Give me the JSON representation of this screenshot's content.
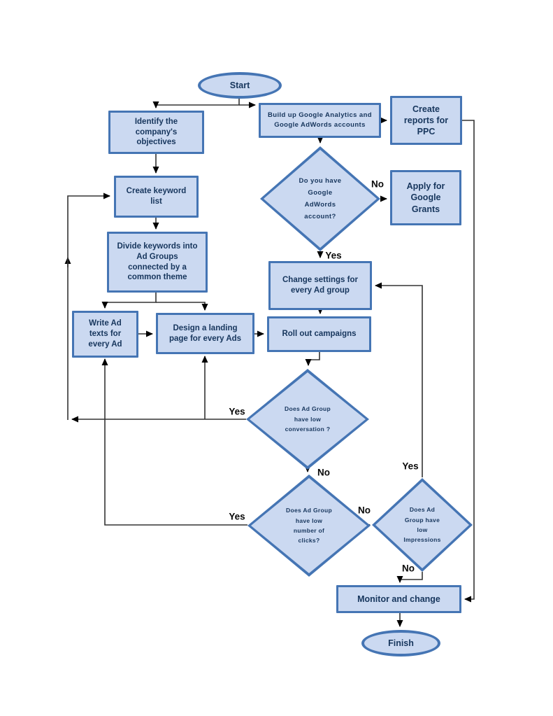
{
  "diagram": {
    "nodes": {
      "start": {
        "label": "Start"
      },
      "identify": {
        "label": "Identify the\ncompany's\nobjectives"
      },
      "create_keyword": {
        "label": "Create keyword\nlist"
      },
      "divide_keywords": {
        "label": "Divide keywords into\nAd Groups\nconnected by a\ncommon theme"
      },
      "write_ad": {
        "label": "Write Ad\ntexts for\nevery Ad"
      },
      "design_landing": {
        "label": "Design a landing\npage for every Ads"
      },
      "build_accounts": {
        "label": "Build up Google Analytics and\nGoogle AdWords accounts"
      },
      "create_reports": {
        "label": "Create\nreports for\nPPC"
      },
      "adwords_q": {
        "label": "Do you have\nGoogle\nAdWords\naccount?"
      },
      "apply_grants": {
        "label": "Apply for\nGoogle\nGrants"
      },
      "change_settings": {
        "label": "Change settings for\nevery Ad group"
      },
      "roll_out": {
        "label": "Roll out campaigns"
      },
      "low_conversation_q": {
        "label": "Does Ad Group\nhave low\nconversation ?"
      },
      "low_clicks_q": {
        "label": "Does Ad Group\nhave low\nnumber of\nclicks?"
      },
      "low_impressions_q": {
        "label": "Does Ad\nGroup have\nlow\nImpressions"
      },
      "monitor": {
        "label": "Monitor and change"
      },
      "finish": {
        "label": "Finish"
      }
    },
    "edge_labels": {
      "adwords_no": "No",
      "adwords_yes": "Yes",
      "conversation_yes": "Yes",
      "conversation_no": "No",
      "clicks_yes": "Yes",
      "clicks_no": "No",
      "impressions_yes": "Yes",
      "impressions_no": "No"
    },
    "colors": {
      "shape_fill": "#cbd9f1",
      "shape_border": "#4575b4",
      "shape_text": "#17365d",
      "connector": "#333333"
    }
  }
}
